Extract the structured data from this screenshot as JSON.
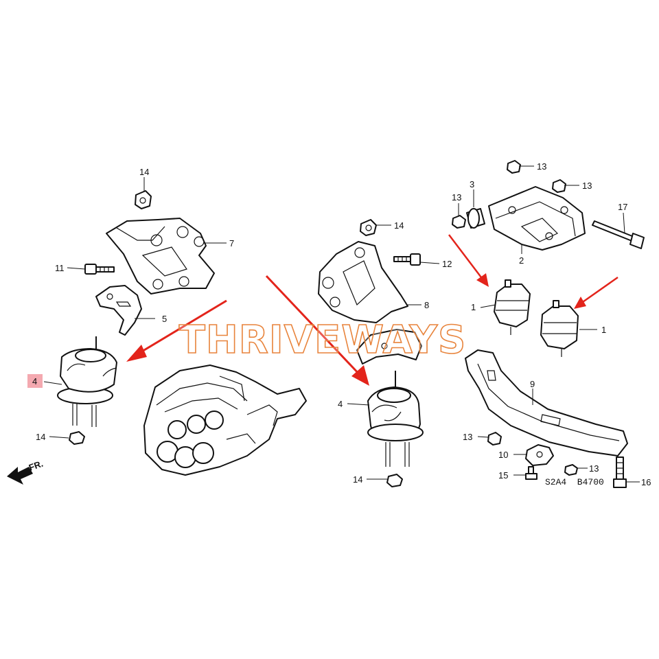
{
  "watermark": "THRIVEWAYS",
  "direction_label": "FR.",
  "diagram_code": "S2A4  B4700",
  "highlighted_callout": "4",
  "callouts": {
    "c14a": "14",
    "c7": "7",
    "c11": "11",
    "c5": "5",
    "c4a": "4",
    "c14b": "14",
    "c14c": "14",
    "c12": "12",
    "c8": "8",
    "c4b": "4",
    "c14d": "14",
    "c13a": "13",
    "c3": "3",
    "c13b": "13",
    "c13c": "13",
    "c17": "17",
    "c2": "2",
    "c1a": "1",
    "c1b": "1",
    "c9": "9",
    "c13d": "13",
    "c10": "10",
    "c13e": "13",
    "c15": "15",
    "c16": "16"
  },
  "colors": {
    "arrow": "#e3241b",
    "highlight_box": "#f4a9b0",
    "line": "#111111",
    "watermark": "#e8843c"
  }
}
